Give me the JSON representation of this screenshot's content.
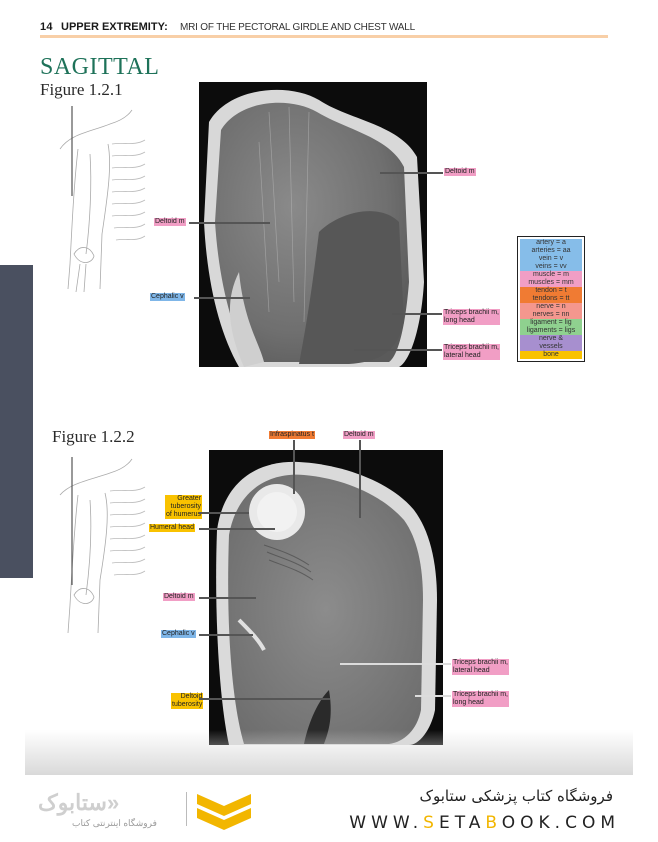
{
  "header": {
    "page_number": "14",
    "section": "UPPER EXTREMITY:",
    "subtitle": "MRI OF THE PECTORAL GIRDLE AND CHEST WALL",
    "rule_color": "#f8cfa7"
  },
  "section_title": "SAGITTAL",
  "figures": [
    {
      "title": "Figure 1.2.1",
      "labels": [
        {
          "text": "Deltoid m",
          "type": "muscle"
        },
        {
          "text": "Deltoid m",
          "type": "muscle"
        },
        {
          "text": "Cephalic v",
          "type": "vein"
        },
        {
          "line1": "Triceps brachii m,",
          "line2": "long head",
          "type": "muscle"
        },
        {
          "line1": "Triceps brachii m,",
          "line2": "lateral head",
          "type": "muscle"
        }
      ]
    },
    {
      "title": "Figure 1.2.2",
      "labels": [
        {
          "text": "Infraspinatus t",
          "type": "tendon"
        },
        {
          "text": "Deltoid m",
          "type": "muscle"
        },
        {
          "line1": "Greater",
          "line2": "tuberosity",
          "line3": "of humerus",
          "type": "bone"
        },
        {
          "text": "Humeral head",
          "type": "bone"
        },
        {
          "text": "Deltoid m",
          "type": "muscle"
        },
        {
          "text": "Cephalic v",
          "type": "vein"
        },
        {
          "line1": "Triceps brachii m,",
          "line2": "lateral head",
          "type": "muscle"
        },
        {
          "line1": "Deltoid",
          "line2": "tuberosity",
          "type": "bone"
        },
        {
          "line1": "Triceps brachii m,",
          "line2": "long head",
          "type": "muscle"
        }
      ]
    }
  ],
  "legend": {
    "rows": [
      {
        "text": "artery = a",
        "color": "#86bde9"
      },
      {
        "text": "arteries = aa",
        "color": "#86bde9"
      },
      {
        "text": "vein = v",
        "color": "#86bde9"
      },
      {
        "text": "veins = vv",
        "color": "#86bde9"
      },
      {
        "text": "muscle = m",
        "color": "#f19ec5"
      },
      {
        "text": "muscles = mm",
        "color": "#f19ec5"
      },
      {
        "text": "tendon = t",
        "color": "#f07b33"
      },
      {
        "text": "tendons = tt",
        "color": "#f07b33"
      },
      {
        "text": "nerve = n",
        "color": "#f4978e"
      },
      {
        "text": "nerves = nn",
        "color": "#f4978e"
      },
      {
        "text": "ligament = lig",
        "color": "#8fd18f"
      },
      {
        "text": "ligaments = ligs",
        "color": "#8fd18f"
      },
      {
        "text": "nerve &",
        "color": "#a78fcf"
      },
      {
        "text": "vessels",
        "color": "#a78fcf"
      },
      {
        "text": "bone",
        "color": "#f9c200"
      }
    ]
  },
  "footer": {
    "shop_name": "فروشگاه کتاب پزشکی ستابوک",
    "url_parts": [
      "WWW.",
      "S",
      "ETA",
      "B",
      "OOK.COM"
    ],
    "logo_text": "ستابوک»",
    "logo_subtitle": "فروشگاه اینترنتی کتاب",
    "accent_color": "#f2b600"
  }
}
